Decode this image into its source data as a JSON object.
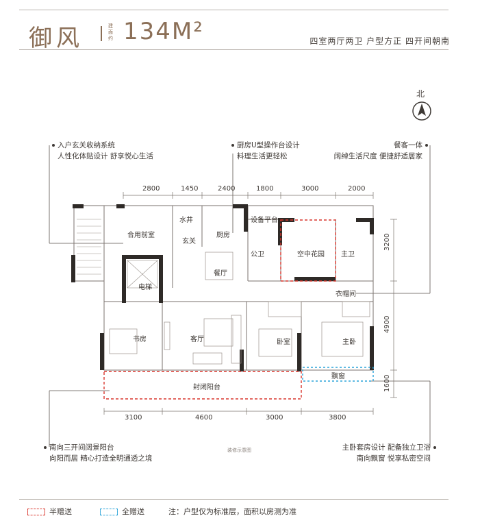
{
  "header": {
    "title": "御风",
    "area_label": "建面约",
    "area_value": "134M²",
    "features": "四室两厅两卫  户型方正  四开间朝南"
  },
  "north": {
    "label": "北"
  },
  "annotations": [
    {
      "lines": [
        "入户玄关收纳系统",
        "人性化体贴设计 舒享悦心生活"
      ]
    },
    {
      "lines": [
        "厨房U型操作台设计",
        "料理生活更轻松"
      ]
    },
    {
      "lines": [
        "餐客一体",
        "阔绰生活尺度 便捷舒适居家"
      ]
    },
    {
      "lines": [
        "南向三开间阔景阳台",
        "向阳而居 精心打造全明通透之境"
      ]
    },
    {
      "lines": [
        "主卧套房设计  配备独立卫浴",
        "南向飘窗  悦享私密空间"
      ]
    }
  ],
  "dimensions": {
    "top": [
      "2800",
      "1450",
      "2400",
      "1800",
      "3000",
      "2000"
    ],
    "bottom": [
      "3100",
      "4600",
      "3000",
      "3800"
    ],
    "right": [
      "3200",
      "4900",
      "1600"
    ]
  },
  "rooms": {
    "water_well": "水井",
    "shared_front_room": "合用前室",
    "foyer": "玄关",
    "kitchen": "厨房",
    "equipment_platform": "设备平台",
    "public_bath": "公卫",
    "sky_garden": "空中花园",
    "master_bath": "主卫",
    "dining": "餐厅",
    "elevator": "电梯",
    "cloakroom": "衣帽间",
    "study": "书房",
    "living": "客厅",
    "bedroom": "卧室",
    "master_bedroom": "主卧",
    "bay_window": "飘窗",
    "enclosed_balcony": "封闭阳台"
  },
  "plan_caption": "装修示意图",
  "legend": {
    "half_gift": "半赠送",
    "full_gift": "全赠送",
    "note": "注：户型仅为标准层，面积以房测为准",
    "half_color": "#d9342b",
    "full_color": "#2aa3d8"
  }
}
